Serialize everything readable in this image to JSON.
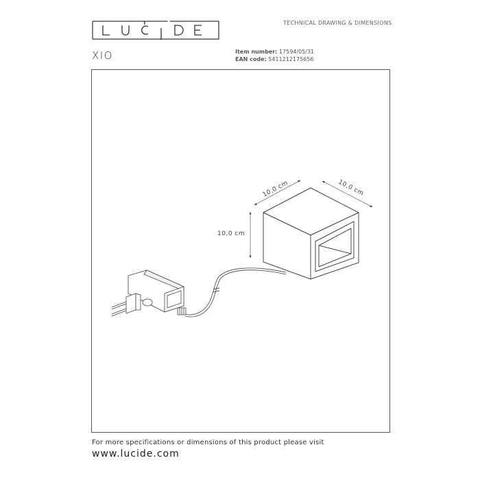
{
  "header": {
    "brand_logo": "LUCIDE",
    "document_title": "TECHNICAL DRAWING & DIMENSIONS"
  },
  "product": {
    "name": "XIO",
    "item_number_label": "Item number:",
    "item_number": "17594/05/31",
    "ean_label": "EAN code:",
    "ean": "5411212175656"
  },
  "drawing": {
    "dimensions": {
      "width": "10,0 cm",
      "depth": "10,0 cm",
      "height": "10,0 cm"
    },
    "components": [
      "cube-lamp",
      "power-cable",
      "power-adapter"
    ]
  },
  "footer": {
    "note": "For more specifications or dimensions of this product please visit",
    "url": "www.lucide.com"
  }
}
